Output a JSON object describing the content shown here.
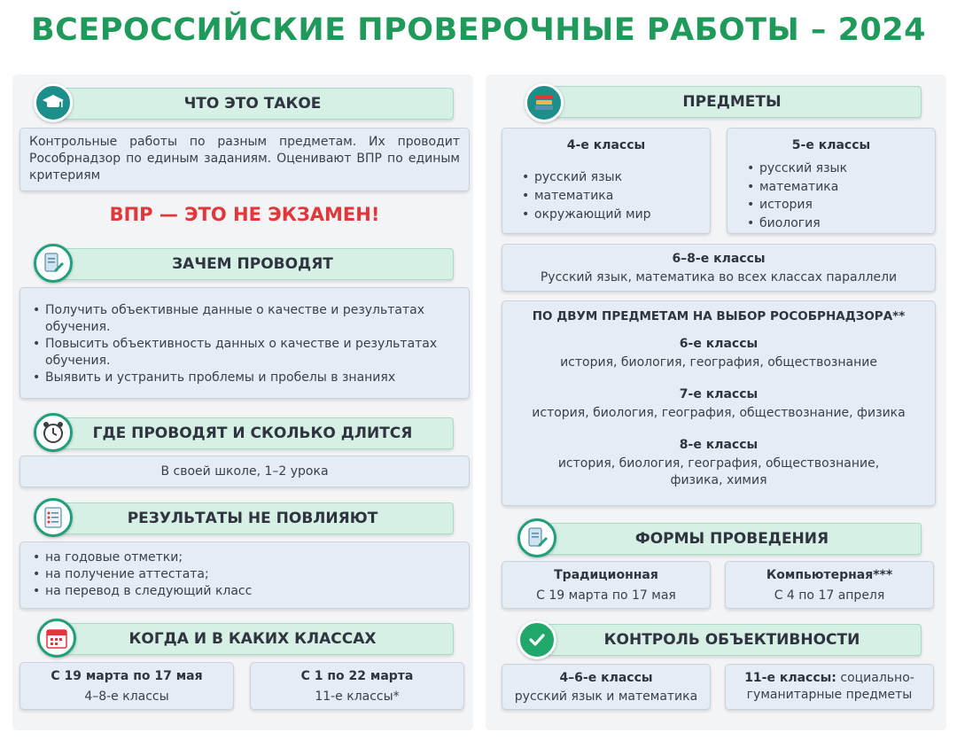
{
  "title": "ВСЕРОССИЙСКИЕ ПРОВЕРОЧНЫЕ РАБОТЫ – 2024",
  "left": {
    "what": {
      "header": "ЧТО ЭТО ТАКОЕ",
      "text": "Контрольные работы по разным предметам. Их проводит Рособрнадзор по единым заданиям. Оценивают ВПР по единым критериям"
    },
    "not_exam": "ВПР — ЭТО НЕ ЭКЗАМЕН!",
    "why": {
      "header": "ЗАЧЕМ ПРОВОДЯТ",
      "items": [
        "Получить объективные данные о качестве и результатах обучения.",
        "Повысить объективность данных о качестве и результатах обучения.",
        "Выявить и устранить проблемы и пробелы в знаниях"
      ]
    },
    "where": {
      "header": "ГДЕ ПРОВОДЯТ И СКОЛЬКО ДЛИТСЯ",
      "text": "В своей школе, 1–2 урока"
    },
    "results": {
      "header": "РЕЗУЛЬТАТЫ НЕ ПОВЛИЯЮТ",
      "items": [
        "на годовые отметки;",
        "на получение аттестата;",
        "на перевод в следующий класс"
      ]
    },
    "when": {
      "header": "КОГДА И В КАКИХ КЛАССАХ",
      "a_title": "С 19 марта по 17 мая",
      "a_text": "4–8-е классы",
      "b_title": "С 1 по 22 марта",
      "b_text": "11-е классы*"
    }
  },
  "right": {
    "subjects": {
      "header": "ПРЕДМЕТЫ",
      "g4_title": "4-е классы",
      "g4_items": [
        "русский язык",
        "математика",
        "окружающий мир"
      ],
      "g5_title": "5-е классы",
      "g5_items": [
        "русский язык",
        "математика",
        "история",
        "биология"
      ],
      "g68_title": "6–8-е классы",
      "g68_text": "Русский язык, математика во всех классах параллели"
    },
    "choice": {
      "title": "ПО ДВУМ ПРЕДМЕТАМ НА ВЫБОР РОСОБРНАДЗОРА**",
      "g6_title": "6-е классы",
      "g6_text": "история, биология, география, обществознание",
      "g7_title": "7-е классы",
      "g7_text": "история, биология, география, обществознание, физика",
      "g8_title": "8-е классы",
      "g8_text": "история, биология, география, обществознание, физика, химия"
    },
    "forms": {
      "header": "ФОРМЫ ПРОВЕДЕНИЯ",
      "a_title": "Традиционная",
      "a_text": "С 19 марта по 17 мая",
      "b_title": "Компьютерная***",
      "b_text": "С 4 по 17 апреля"
    },
    "control": {
      "header": "КОНТРОЛЬ ОБЪЕКТИВНОСТИ",
      "a_title": "4–6-е классы",
      "a_text": "русский язык и математика",
      "b_title": "11-е классы:",
      "b_text": " социально-гуманитарные предметы"
    }
  },
  "colors": {
    "accent": "#1f9a5a",
    "header_bg": "#d6f0e5",
    "box_bg": "#e5ecf3",
    "alert": "#e2363b",
    "icon_bg": "#1f9f7c"
  },
  "icons": [
    "graduation-cap-icon",
    "document-icon",
    "alarm-clock-icon",
    "checklist-icon",
    "calendar-icon",
    "books-icon",
    "document-edit-icon",
    "checkmark-icon"
  ]
}
